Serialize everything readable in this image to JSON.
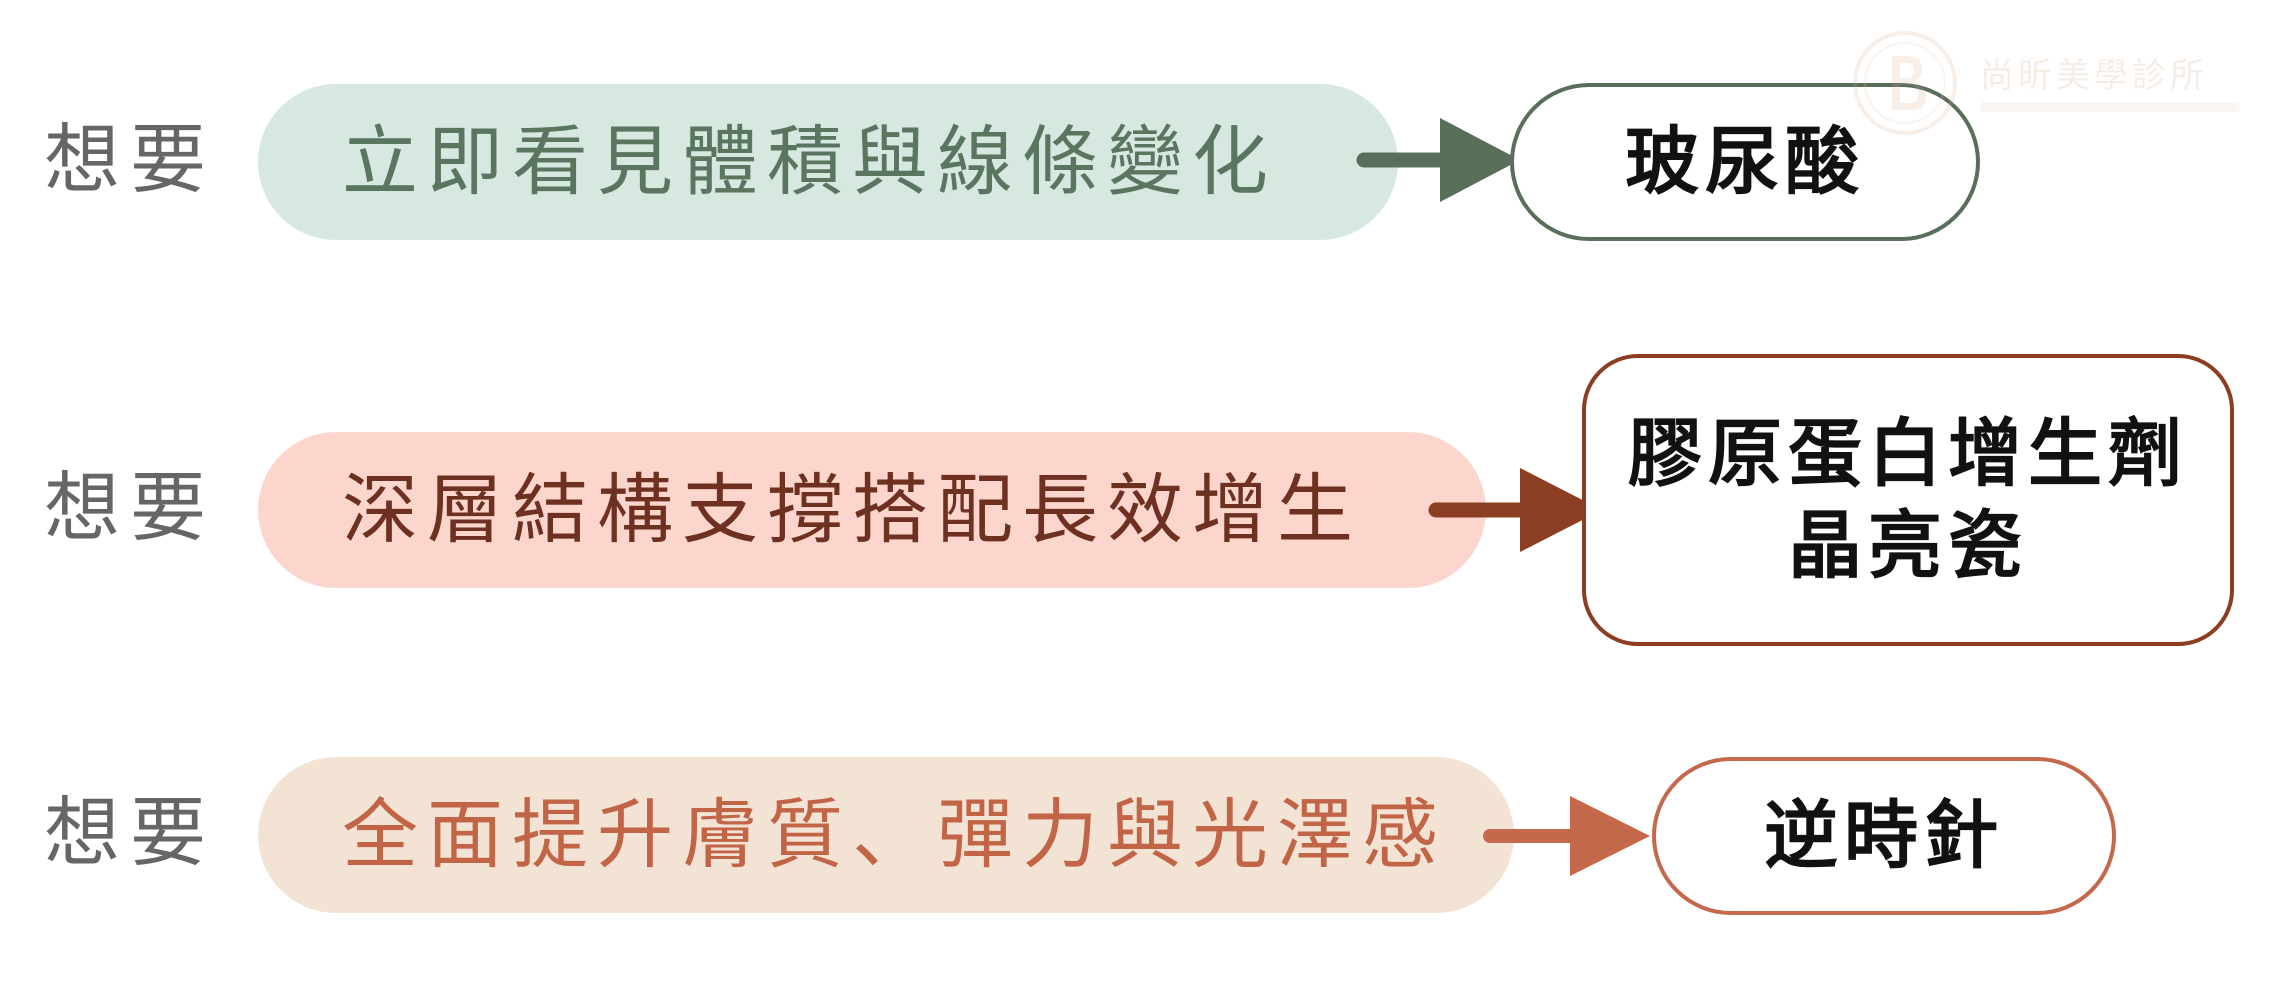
{
  "rows": [
    {
      "prefix": "想要",
      "need": "立即看見體積與線條變化",
      "outcome_lines": [
        "玻尿酸"
      ],
      "pill_color": "#d6e8e0",
      "text_color": "#5a7560",
      "accent_color": "#5a6e5c"
    },
    {
      "prefix": "想要",
      "need": "深層結構支撐搭配長效增生",
      "outcome_lines": [
        "膠原蛋白增生劑",
        "晶亮瓷"
      ],
      "pill_color": "#fcd6cd",
      "text_color": "#6e3020",
      "accent_color": "#8c3e22"
    },
    {
      "prefix": "想要",
      "need": "全面提升膚質、彈力與光澤感",
      "outcome_lines": [
        "逆時針"
      ],
      "pill_color": "#f3e3d5",
      "text_color": "#c26546",
      "accent_color": "#c5694c"
    }
  ],
  "watermark": {
    "text": "尚昕美學診所",
    "logo_icon": "b-monogram-logo"
  }
}
